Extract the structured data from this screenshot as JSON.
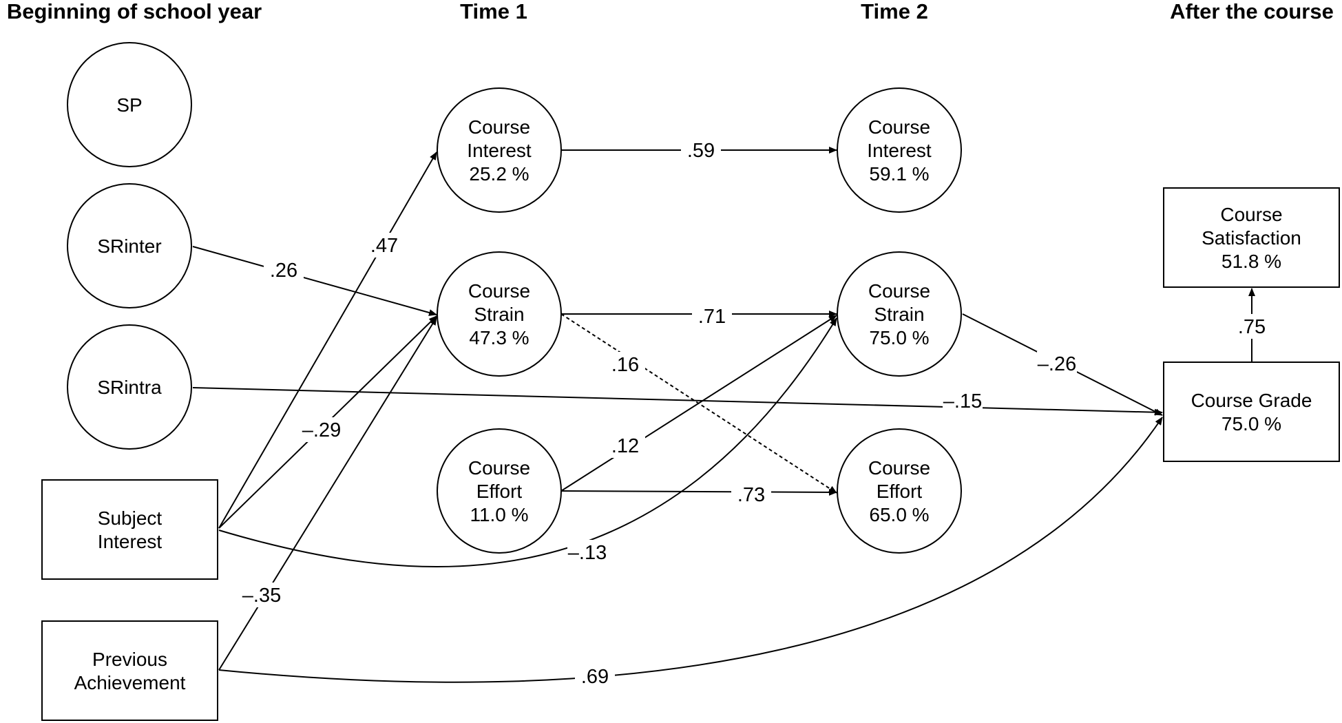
{
  "headers": {
    "beginning": "Beginning of school year",
    "time1": "Time 1",
    "time2": "Time 2",
    "after": "After the course"
  },
  "nodes": {
    "sp": {
      "lines": [
        "SP"
      ]
    },
    "srinter": {
      "lines": [
        "SRinter"
      ]
    },
    "srintra": {
      "lines": [
        "SRintra"
      ]
    },
    "subject_interest": {
      "lines": [
        "Subject",
        "Interest"
      ]
    },
    "previous_achievement": {
      "lines": [
        "Previous",
        "Achievement"
      ]
    },
    "ci1": {
      "lines": [
        "Course",
        "Interest",
        "25.2 %"
      ]
    },
    "cs1": {
      "lines": [
        "Course",
        "Strain",
        "47.3 %"
      ]
    },
    "ce1": {
      "lines": [
        "Course",
        "Effort",
        "11.0 %"
      ]
    },
    "ci2": {
      "lines": [
        "Course",
        "Interest",
        "59.1 %"
      ]
    },
    "cs2": {
      "lines": [
        "Course",
        "Strain",
        "75.0 %"
      ]
    },
    "ce2": {
      "lines": [
        "Course",
        "Effort",
        "65.0 %"
      ]
    },
    "satisfaction": {
      "lines": [
        "Course",
        "Satisfaction",
        "51.8 %"
      ]
    },
    "grade": {
      "lines": [
        "Course Grade",
        "75.0 %"
      ]
    }
  },
  "paths": [
    {
      "id": "ci1-ci2",
      "from": "ci1",
      "to": "ci2",
      "coef": ".59",
      "style": "solid"
    },
    {
      "id": "srinter-cs1",
      "from": "srinter",
      "to": "cs1",
      "coef": ".26",
      "style": "solid"
    },
    {
      "id": "si-ci1",
      "from": "subject_interest",
      "to": "ci1",
      "coef": ".47",
      "style": "solid"
    },
    {
      "id": "si-cs1",
      "from": "subject_interest",
      "to": "cs1",
      "coef": "–.29",
      "style": "solid"
    },
    {
      "id": "pa-cs1",
      "from": "previous_achievement",
      "to": "cs1",
      "coef": "–.35",
      "style": "solid"
    },
    {
      "id": "cs1-cs2",
      "from": "cs1",
      "to": "cs2",
      "coef": ".71",
      "style": "solid"
    },
    {
      "id": "cs1-ce2",
      "from": "cs1",
      "to": "ce2",
      "coef": ".16",
      "style": "dashed"
    },
    {
      "id": "ce1-cs2",
      "from": "ce1",
      "to": "cs2",
      "coef": ".12",
      "style": "solid"
    },
    {
      "id": "ce1-ce2",
      "from": "ce1",
      "to": "ce2",
      "coef": ".73",
      "style": "solid"
    },
    {
      "id": "si-cs2",
      "from": "subject_interest",
      "to": "cs2",
      "coef": "–.13",
      "style": "solid"
    },
    {
      "id": "srintra-grade",
      "from": "srintra",
      "to": "grade",
      "coef": "–.15",
      "style": "solid"
    },
    {
      "id": "cs2-grade",
      "from": "cs2",
      "to": "grade",
      "coef": "–.26",
      "style": "solid"
    },
    {
      "id": "pa-grade",
      "from": "previous_achievement",
      "to": "grade",
      "coef": ".69",
      "style": "solid"
    },
    {
      "id": "grade-satisfaction",
      "from": "grade",
      "to": "satisfaction",
      "coef": ".75",
      "style": "solid"
    }
  ]
}
